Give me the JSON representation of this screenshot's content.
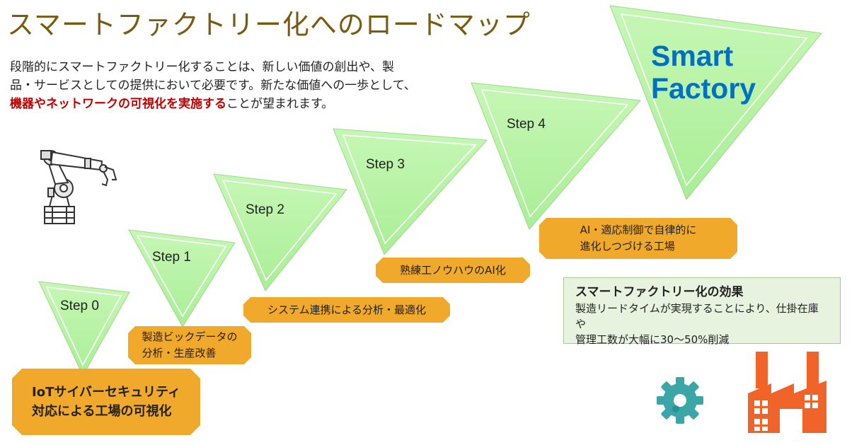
{
  "title": "スマートファクトリー化へのロードマップ",
  "intro": {
    "line1": "段階的にスマートファクトリー化することは、新しい価値の創出や、製",
    "line2": "品・サービスとしての提供において必要です。新たな価値への一歩として、",
    "line3_highlight": "機器やネットワークの可視化を実施する",
    "line3_rest": "ことが望まれます。"
  },
  "steps": [
    {
      "label": "Step 0"
    },
    {
      "label": "Step 1"
    },
    {
      "label": "Step 2"
    },
    {
      "label": "Step 3"
    },
    {
      "label": "Step 4"
    }
  ],
  "smart_factory": {
    "line1": "Smart",
    "line2": "Factory"
  },
  "plaques": {
    "iot": {
      "line1": "IoTサイバーセキュリティ",
      "line2": "対応による工場の可視化"
    },
    "bigdata": {
      "line1": "製造ビックデータの",
      "line2": "分析・生産改善"
    },
    "system": {
      "line1": "システム連携による分析・最適化"
    },
    "knowhow": {
      "line1": "熟練工ノウハウのAI化"
    },
    "ai": {
      "line1": "AI・適応制御で自律的に",
      "line2": "進化しつづける工場"
    }
  },
  "effect": {
    "title": "スマートファクトリー化の効果",
    "line1": "製造リードタイムが実現することにより、仕掛在庫や",
    "line2": "管理工数が大幅に30～50%削減"
  },
  "icons": [
    "robot-arm-icon",
    "gear-icon",
    "factory-icon"
  ],
  "colors": {
    "title": "#7a5a0e",
    "highlight": "#c00000",
    "triangle": "#b8f5a6",
    "plaque": "#f0a92a",
    "smart_factory": "#0070c0",
    "effect_bg": "#e8f3df",
    "factory": "#f0642a",
    "gear": "#3aa6a8"
  }
}
